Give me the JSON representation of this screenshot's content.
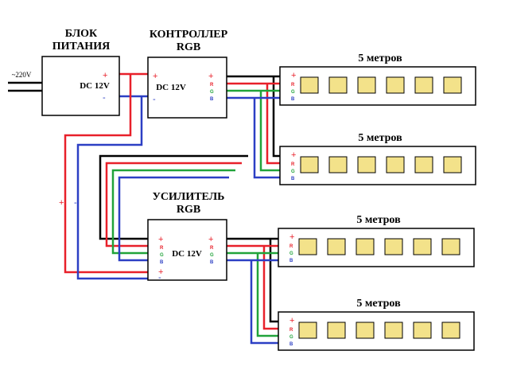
{
  "power_supply": {
    "title_line1": "БЛОК",
    "title_line2": "ПИТАНИЯ",
    "output": "DC 12V",
    "input": "~220V"
  },
  "controller": {
    "title_line1": "КОНТРОЛЛЕР",
    "title_line2": "RGB",
    "input": "DC 12V"
  },
  "amplifier": {
    "title_line1": "УСИЛИТЕЛЬ",
    "title_line2": "RGB",
    "input": "DC 12V"
  },
  "strips": [
    {
      "label": "5 метров"
    },
    {
      "label": "5 метров"
    },
    {
      "label": "5 метров"
    },
    {
      "label": "5 метров"
    }
  ],
  "polarity": {
    "plus": "+",
    "minus": "-"
  },
  "pins": {
    "v": "+",
    "r": "R",
    "g": "G",
    "b": "B"
  },
  "colors": {
    "red": "#e8202a",
    "green": "#21a33a",
    "blue": "#2c3fc4",
    "black": "#000000",
    "led": "#f3e28a"
  }
}
